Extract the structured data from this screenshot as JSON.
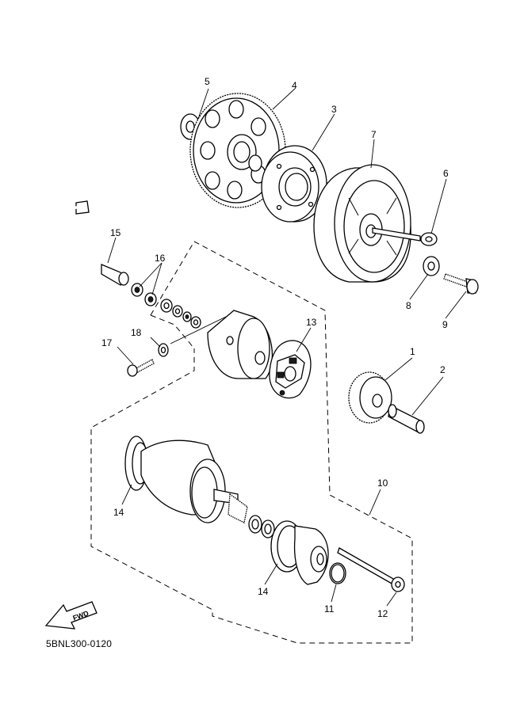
{
  "callouts": [
    {
      "id": "c1",
      "label": "1"
    },
    {
      "id": "c2",
      "label": "2"
    },
    {
      "id": "c3",
      "label": "3"
    },
    {
      "id": "c4",
      "label": "4"
    },
    {
      "id": "c5",
      "label": "5"
    },
    {
      "id": "c6",
      "label": "6"
    },
    {
      "id": "c7",
      "label": "7"
    },
    {
      "id": "c8",
      "label": "8"
    },
    {
      "id": "c9",
      "label": "9"
    },
    {
      "id": "c10",
      "label": "10"
    },
    {
      "id": "c11",
      "label": "11"
    },
    {
      "id": "c12",
      "label": "12"
    },
    {
      "id": "c13",
      "label": "13"
    },
    {
      "id": "c14a",
      "label": "14"
    },
    {
      "id": "c14b",
      "label": "14"
    },
    {
      "id": "c15",
      "label": "15"
    },
    {
      "id": "c16",
      "label": "16"
    },
    {
      "id": "c17",
      "label": "17"
    },
    {
      "id": "c18",
      "label": "18"
    }
  ],
  "fwd_label": "FWD",
  "diagram_code": "5BNL300-0120"
}
